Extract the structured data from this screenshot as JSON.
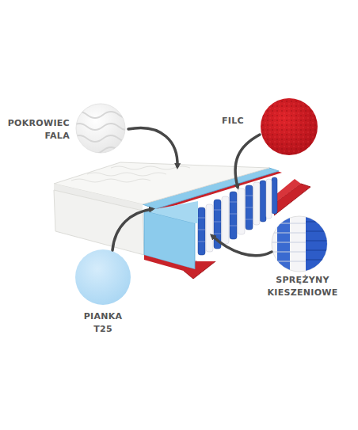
{
  "diagram": {
    "labels": [
      "POKROWIEC FALA",
      "FILC",
      "SPRĘŻYNY KIESZENIOWE",
      "PIANKA T25"
    ]
  }
}
